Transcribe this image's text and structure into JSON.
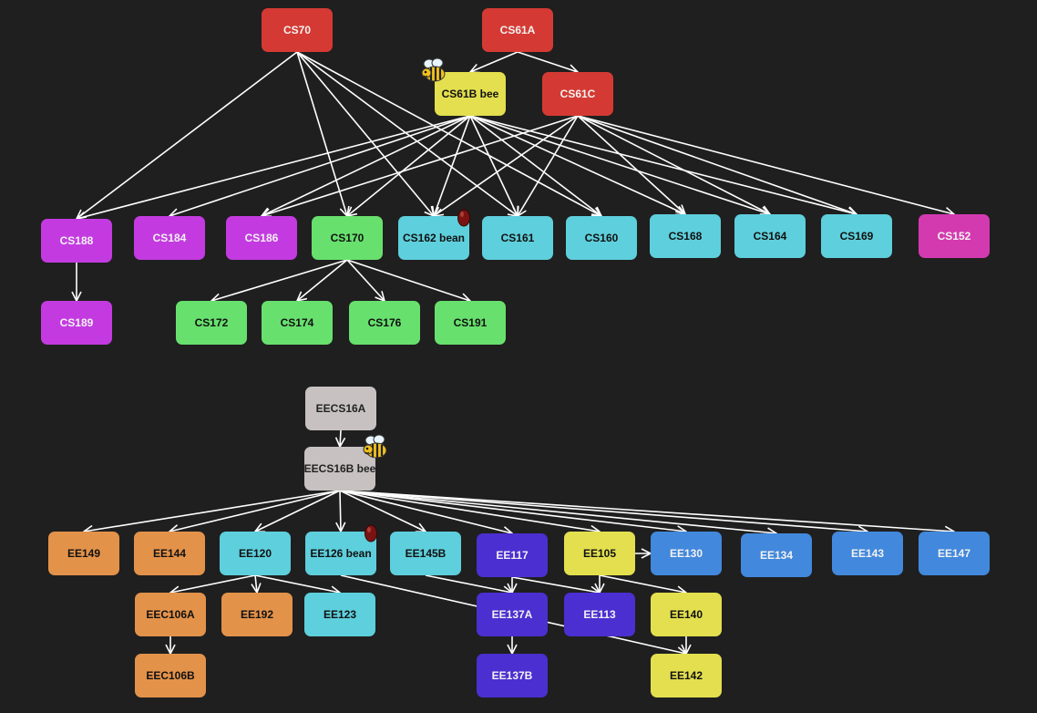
{
  "colors": {
    "background": "#1f1f1f",
    "edge": "#ffffff",
    "red": "#d43a33",
    "yellow": "#e3df4f",
    "purple": "#c33be0",
    "green": "#68e06e",
    "cyan": "#5ecfdc",
    "magenta": "#d43ab0",
    "orange": "#e3924a",
    "gray": "#c7c1c1",
    "blue": "#4288dc",
    "indigo": "#4b2fd0"
  },
  "nodes": [
    {
      "id": "CS70",
      "label": "CS70",
      "color": "red"
    },
    {
      "id": "CS61A",
      "label": "CS61A",
      "color": "red"
    },
    {
      "id": "CS61B",
      "label": "CS61B bee",
      "color": "yellow",
      "decoration": "bee-icon"
    },
    {
      "id": "CS61C",
      "label": "CS61C",
      "color": "red"
    },
    {
      "id": "CS188",
      "label": "CS188",
      "color": "purple"
    },
    {
      "id": "CS184",
      "label": "CS184",
      "color": "purple"
    },
    {
      "id": "CS186",
      "label": "CS186",
      "color": "purple"
    },
    {
      "id": "CS170",
      "label": "CS170",
      "color": "green"
    },
    {
      "id": "CS162",
      "label": "CS162 bean",
      "color": "cyan",
      "decoration": "bean-icon"
    },
    {
      "id": "CS161",
      "label": "CS161",
      "color": "cyan"
    },
    {
      "id": "CS160",
      "label": "CS160",
      "color": "cyan"
    },
    {
      "id": "CS168",
      "label": "CS168",
      "color": "cyan"
    },
    {
      "id": "CS164",
      "label": "CS164",
      "color": "cyan"
    },
    {
      "id": "CS169",
      "label": "CS169",
      "color": "cyan"
    },
    {
      "id": "CS152",
      "label": "CS152",
      "color": "magenta"
    },
    {
      "id": "CS189",
      "label": "CS189",
      "color": "purple"
    },
    {
      "id": "CS172",
      "label": "CS172",
      "color": "green"
    },
    {
      "id": "CS174",
      "label": "CS174",
      "color": "green"
    },
    {
      "id": "CS176",
      "label": "CS176",
      "color": "green"
    },
    {
      "id": "CS191",
      "label": "CS191",
      "color": "green"
    },
    {
      "id": "EECS16A",
      "label": "EECS16A",
      "color": "gray"
    },
    {
      "id": "EECS16B",
      "label": "EECS16B bee",
      "color": "gray",
      "decoration": "bee-icon"
    },
    {
      "id": "EE149",
      "label": "EE149",
      "color": "orange"
    },
    {
      "id": "EE144",
      "label": "EE144",
      "color": "orange"
    },
    {
      "id": "EE120",
      "label": "EE120",
      "color": "cyan"
    },
    {
      "id": "EE126",
      "label": "EE126 bean",
      "color": "cyan",
      "decoration": "bean-icon"
    },
    {
      "id": "EE145B",
      "label": "EE145B",
      "color": "cyan"
    },
    {
      "id": "EE117",
      "label": "EE117",
      "color": "indigo"
    },
    {
      "id": "EE105",
      "label": "EE105",
      "color": "yellow"
    },
    {
      "id": "EE130",
      "label": "EE130",
      "color": "blue"
    },
    {
      "id": "EE134",
      "label": "EE134",
      "color": "blue"
    },
    {
      "id": "EE143",
      "label": "EE143",
      "color": "blue"
    },
    {
      "id": "EE147",
      "label": "EE147",
      "color": "blue"
    },
    {
      "id": "EEC106A",
      "label": "EEC106A",
      "color": "orange"
    },
    {
      "id": "EE192",
      "label": "EE192",
      "color": "orange"
    },
    {
      "id": "EE123",
      "label": "EE123",
      "color": "cyan"
    },
    {
      "id": "EE137A",
      "label": "EE137A",
      "color": "indigo"
    },
    {
      "id": "EE113",
      "label": "EE113",
      "color": "indigo"
    },
    {
      "id": "EE140",
      "label": "EE140",
      "color": "yellow"
    },
    {
      "id": "EEC106B",
      "label": "EEC106B",
      "color": "orange"
    },
    {
      "id": "EE137B",
      "label": "EE137B",
      "color": "indigo"
    },
    {
      "id": "EE142",
      "label": "EE142",
      "color": "yellow"
    }
  ],
  "edges": [
    [
      "CS61A",
      "CS61B"
    ],
    [
      "CS61A",
      "CS61C"
    ],
    [
      "CS70",
      "CS188"
    ],
    [
      "CS70",
      "CS170"
    ],
    [
      "CS70",
      "CS162"
    ],
    [
      "CS70",
      "CS161"
    ],
    [
      "CS70",
      "CS160"
    ],
    [
      "CS61B",
      "CS188"
    ],
    [
      "CS61B",
      "CS184"
    ],
    [
      "CS61B",
      "CS186"
    ],
    [
      "CS61B",
      "CS170"
    ],
    [
      "CS61B",
      "CS162"
    ],
    [
      "CS61B",
      "CS161"
    ],
    [
      "CS61B",
      "CS160"
    ],
    [
      "CS61B",
      "CS168"
    ],
    [
      "CS61B",
      "CS164"
    ],
    [
      "CS61B",
      "CS169"
    ],
    [
      "CS61C",
      "CS186"
    ],
    [
      "CS61C",
      "CS162"
    ],
    [
      "CS61C",
      "CS161"
    ],
    [
      "CS61C",
      "CS168"
    ],
    [
      "CS61C",
      "CS164"
    ],
    [
      "CS61C",
      "CS169"
    ],
    [
      "CS61C",
      "CS152"
    ],
    [
      "CS188",
      "CS189"
    ],
    [
      "CS170",
      "CS172"
    ],
    [
      "CS170",
      "CS174"
    ],
    [
      "CS170",
      "CS176"
    ],
    [
      "CS170",
      "CS191"
    ],
    [
      "EECS16A",
      "EECS16B"
    ],
    [
      "EECS16B",
      "EE149"
    ],
    [
      "EECS16B",
      "EE144"
    ],
    [
      "EECS16B",
      "EE120"
    ],
    [
      "EECS16B",
      "EE126"
    ],
    [
      "EECS16B",
      "EE145B"
    ],
    [
      "EECS16B",
      "EE117"
    ],
    [
      "EECS16B",
      "EE105"
    ],
    [
      "EECS16B",
      "EE130"
    ],
    [
      "EECS16B",
      "EE134"
    ],
    [
      "EECS16B",
      "EE143"
    ],
    [
      "EECS16B",
      "EE147"
    ],
    [
      "EE120",
      "EEC106A"
    ],
    [
      "EE120",
      "EE192"
    ],
    [
      "EE120",
      "EE123"
    ],
    [
      "EEC106A",
      "EEC106B"
    ],
    [
      "EE117",
      "EE137A"
    ],
    [
      "EE117",
      "EE113"
    ],
    [
      "EE137A",
      "EE137B"
    ],
    [
      "EE105",
      "EE130"
    ],
    [
      "EE105",
      "EE113"
    ],
    [
      "EE105",
      "EE140"
    ],
    [
      "EE140",
      "EE142"
    ],
    [
      "EE145B",
      "EE137A"
    ],
    [
      "EE126",
      "EE142"
    ]
  ]
}
